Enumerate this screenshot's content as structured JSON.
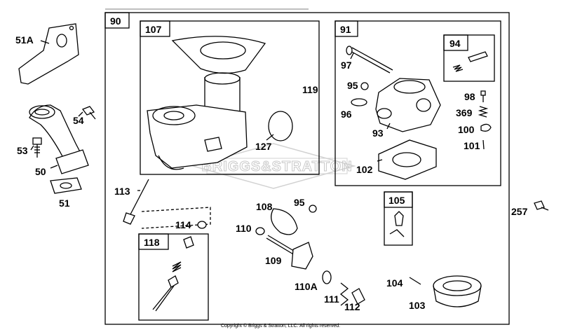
{
  "boxes": {
    "main": "90",
    "carb_body": "107",
    "kit_91": "91",
    "kit_94": "94",
    "kit_105": "105",
    "kit_118": "118"
  },
  "callouts": {
    "p51A": "51A",
    "p54": "54",
    "p53": "53",
    "p50": "50",
    "p51": "51",
    "p127": "127",
    "p119": "119",
    "p97": "97",
    "p95a": "95",
    "p96": "96",
    "p93": "93",
    "p98": "98",
    "p369": "369",
    "p100": "100",
    "p101": "101",
    "p102": "102",
    "p113": "113",
    "p114": "114",
    "p108": "108",
    "p95b": "95",
    "p110": "110",
    "p109": "109",
    "p110A": "110A",
    "p111": "111",
    "p112": "112",
    "p104": "104",
    "p103": "103",
    "p257": "257"
  },
  "watermark": "BRIGGS&STRATTON",
  "copyright": "Copyright © Briggs & Stratton, LLC. All rights reserved."
}
